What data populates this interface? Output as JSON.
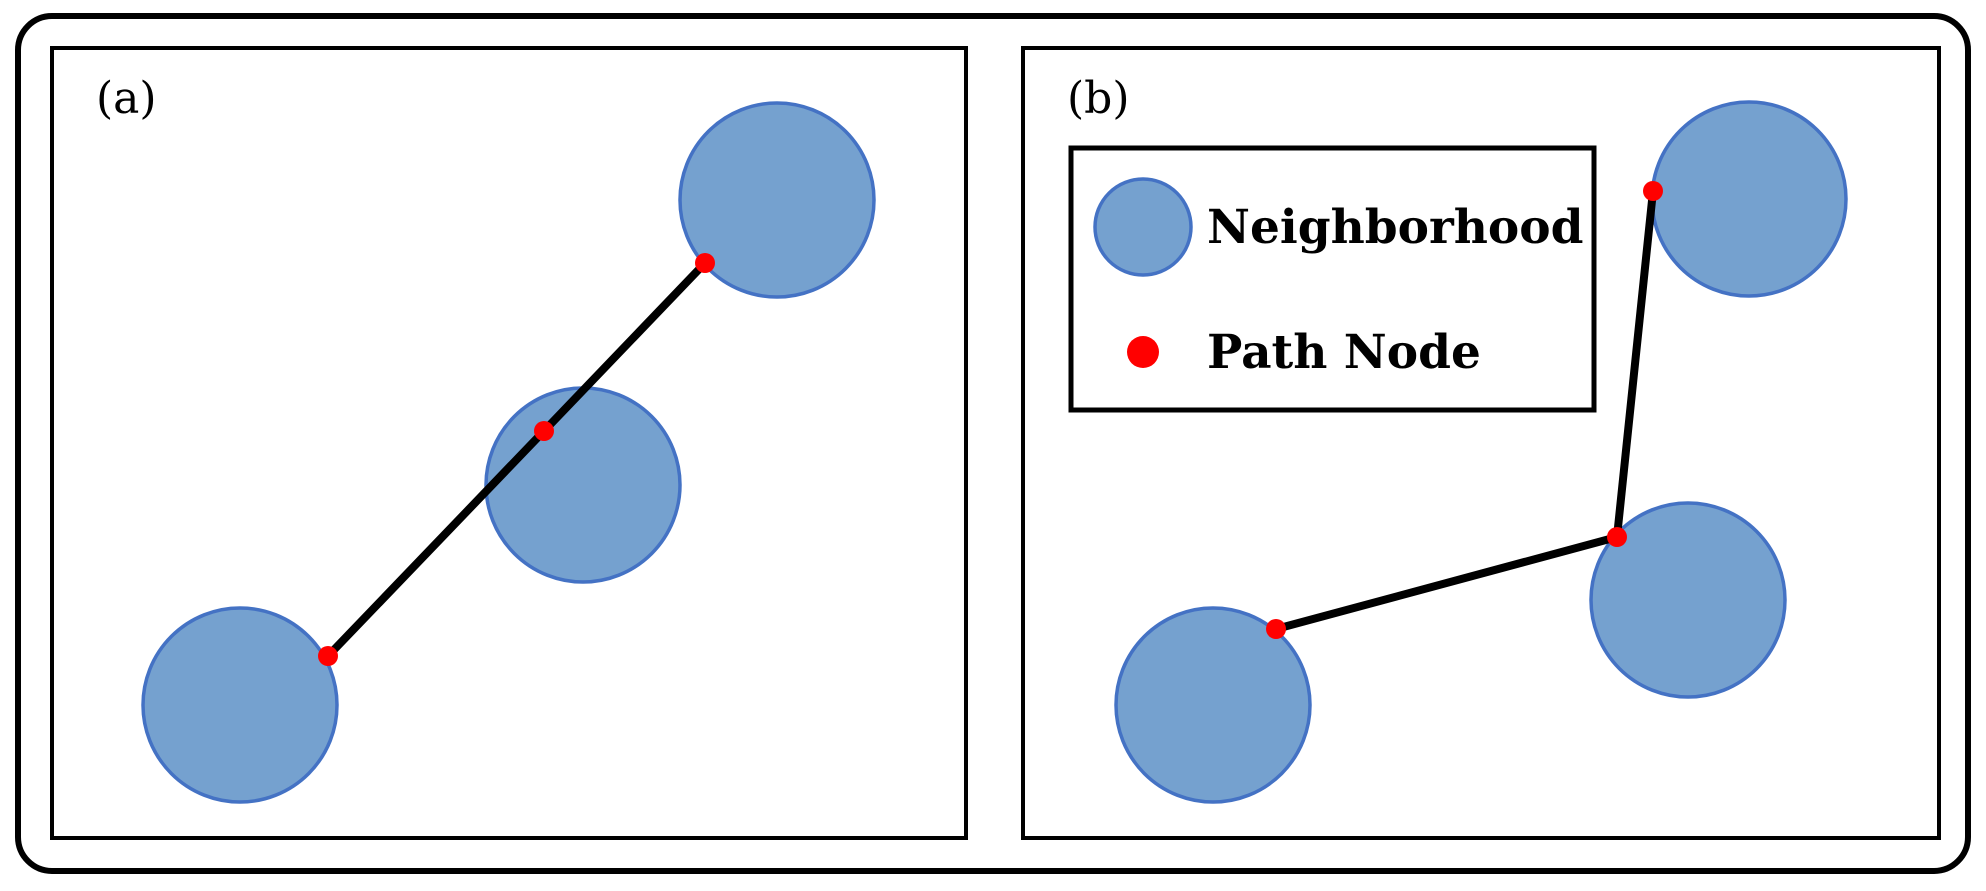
{
  "colors": {
    "neighborhood_fill": "#75a1cf",
    "neighborhood_stroke": "#4472c4",
    "path_node": "#ff0000",
    "path_line": "#000000",
    "frame": "#000000"
  },
  "panels": [
    {
      "label": "(a)"
    },
    {
      "label": "(b)"
    }
  ],
  "legend": {
    "neighborhood_label": "Neighborhood",
    "path_node_label": "Path Node"
  }
}
